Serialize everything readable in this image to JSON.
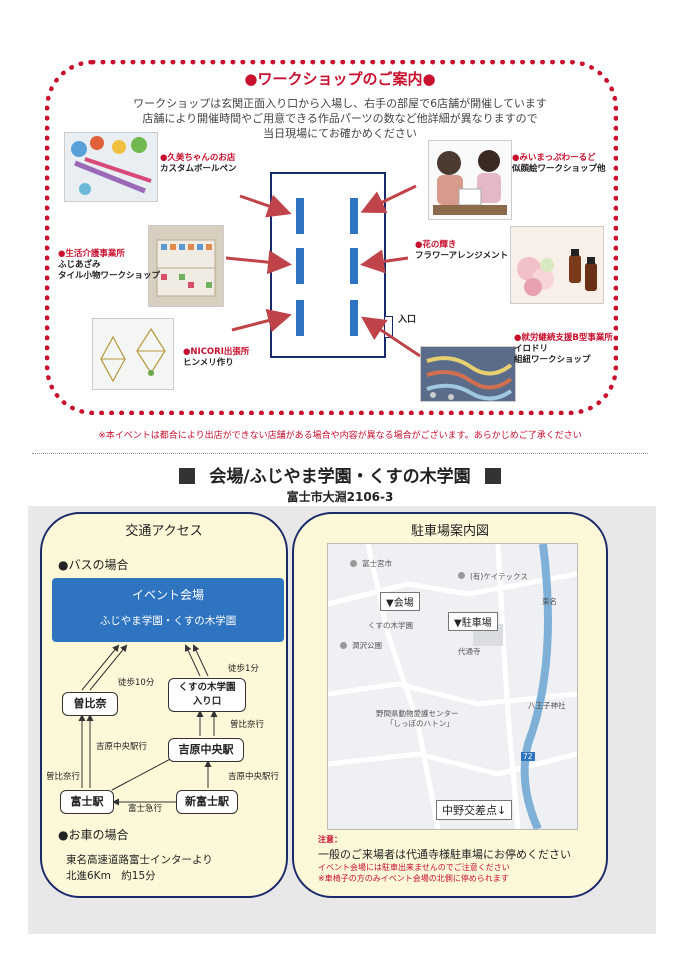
{
  "workshop": {
    "title": "●ワークショップのご案内●",
    "intro": [
      "ワークショップは玄関正面入り口から入場し、右手の部屋で6店舗が開催しています",
      "店舗により開催時間やご用意できる作品パーツの数など他詳細が異なりますので",
      "当日現場にてお確かめください"
    ],
    "shops": [
      {
        "name": "●久美ちゃんのお店",
        "desc": "カスタムボールペン"
      },
      {
        "name": "●生活介護事業所",
        "sub": "ふじあざみ",
        "desc": "タイル小物ワークショップ"
      },
      {
        "name": "●NICORI出張所",
        "desc": "ヒンメリ作り"
      },
      {
        "name": "●みいまっぷわーるど",
        "desc": "似顔絵ワークショップ他"
      },
      {
        "name": "●花の輝き",
        "desc": "フラワーアレンジメント"
      },
      {
        "name": "●就労継続支援B型事業所",
        "sub": "イロドリ",
        "desc": "組紐ワークショップ"
      }
    ],
    "entrance_label": "入口",
    "notice": "※本イベントは都合により出店ができない店舗がある場合や内容が異なる場合がございます。あらかじめご了承ください"
  },
  "venue": {
    "title": "会場/ふじやま学園・くすの木学園",
    "address": "富士市大淵2106-3"
  },
  "access": {
    "title": "交通アクセス",
    "bus_heading": "●バスの場合",
    "event_box": {
      "line1": "イベント会場",
      "line2": "ふじやま学園・くすの木学園"
    },
    "stations": {
      "sobina": "曽比奈",
      "kusunoki_line1": "くすの木学園",
      "kusunoki_line2": "入り口",
      "yoshiwara": "吉原中央駅",
      "fuji": "富士駅",
      "shinfuji": "新富士駅"
    },
    "routes": {
      "walk10": "徒歩10分",
      "walk1": "徒歩1分",
      "sobi_line_right": "曽比奈行",
      "yoshiwara_line_a": "吉原中央駅行",
      "sobi_line_left": "曽比奈行",
      "yoshiwara_line_b": "吉原中央駅行",
      "fuji_kyuko": "富士急行"
    },
    "car_heading": "●お車の場合",
    "car_lines": [
      "東名高速道路富士インターより",
      "北進6Km　約15分"
    ]
  },
  "parking": {
    "title": "駐車場案内図",
    "map": {
      "venue_box": "▼会場",
      "parking_box": "▼駐車場",
      "crossing_box": "中野交差点↓",
      "labels": [
        "富士宮市",
        "(有)ケイテックス",
        "くすの木学園",
        "潤沢公園",
        "代通寺",
        "野間県動物愛護センター",
        "「しっぽのハトン」",
        "八王子神社",
        "東名",
        "72"
      ]
    },
    "note_label": "注意：",
    "note_main": "一般のご来場者は代通寺様駐車場にお停めください",
    "note_lines": [
      "イベント会場には駐車出来ませんのでご注意ください",
      "※車椅子の方のみイベント会場の北側に停められます"
    ]
  },
  "colors": {
    "accent_red": "#c8102e",
    "blue": "#2f74c0",
    "navy": "#1b2a6b",
    "panel_bg": "#fdf8d8"
  }
}
